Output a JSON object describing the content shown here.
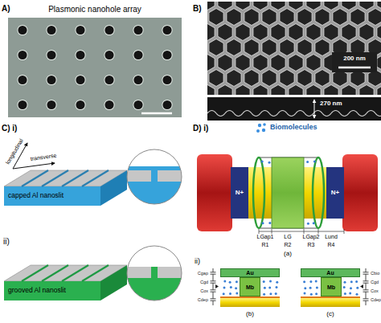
{
  "diagram": {
    "nodes": [
      {
        "text": [
          "N+"
        ]
      },
      {
        "text": [
          "N+"
        ]
      },
      {
        "text": [
          "Au"
        ]
      },
      {
        "text": [
          "Mb"
        ]
      },
      {
        "text": [
          "Au"
        ]
      },
      {
        "text": [
          "Mb"
        ]
      }
    ],
    "labels": [
      "A)",
      "Plasmonic nanohole array",
      "B)",
      "200 nm",
      "270 nm",
      "C) i)",
      "longitudinal",
      "transverse",
      "capped Al nanoslit",
      "ii)",
      "grooved Al nanoslit",
      "D) i)",
      "Biomolecules",
      "LGap1",
      "LG",
      "LGap2",
      "Lund",
      "R1",
      "R2",
      "R3",
      "R4",
      "(a)",
      "ii)",
      "Cgap",
      "Cgd",
      "Cox",
      "Cdep",
      "(b)",
      "Cbio",
      "Cgd",
      "Cox",
      "Cdep",
      "(c)"
    ]
  }
}
